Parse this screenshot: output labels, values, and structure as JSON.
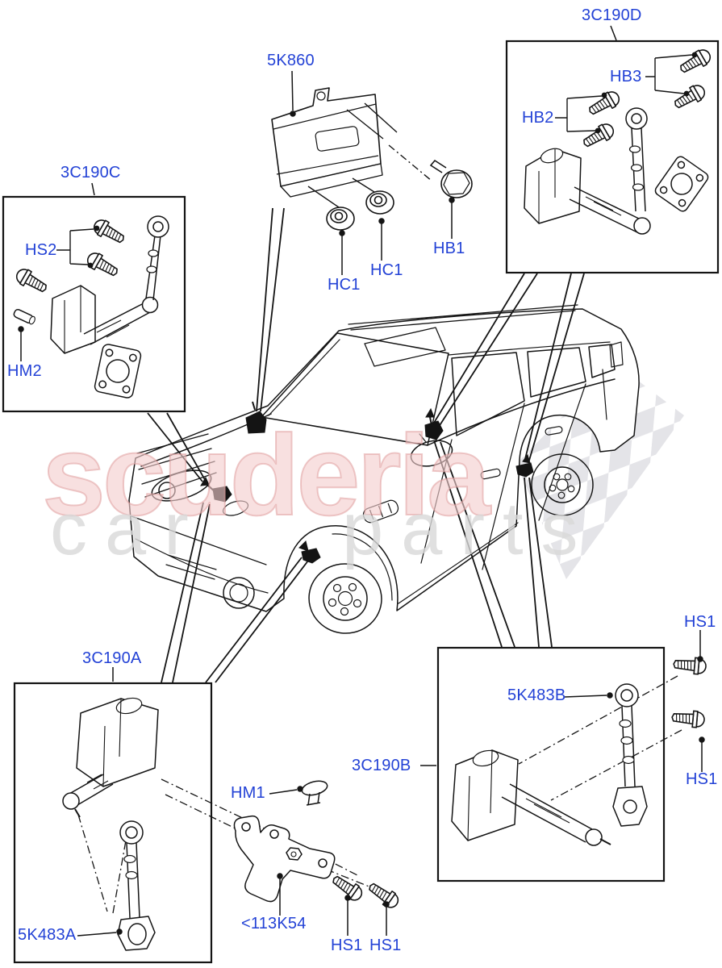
{
  "callouts": {
    "module": "5K860",
    "box_c": "3C190C",
    "box_d": "3C190D",
    "box_a": "3C190A",
    "box_b": "3C190B",
    "hs2": "HS2",
    "hm2": "HM2",
    "hc1_left": "HC1",
    "hc1_right": "HC1",
    "hb1": "HB1",
    "hb2": "HB2",
    "hb3": "HB3",
    "link_a": "5K483A",
    "link_b": "5K483B",
    "hm1": "HM1",
    "bracket": "<113K54",
    "hs1_bottom_left": "HS1",
    "hs1_bottom_right": "HS1",
    "hs1_right_top": "HS1",
    "hs1_right_bottom": "HS1"
  },
  "watermark": {
    "brand": "scuderia",
    "tagline_left": "car",
    "tagline_right": "parts"
  },
  "colors": {
    "callout_blue": "#2342d6",
    "line_black": "#141414",
    "watermark_pink": "#eec2c2",
    "checker_gray": "#e4e4e8"
  }
}
